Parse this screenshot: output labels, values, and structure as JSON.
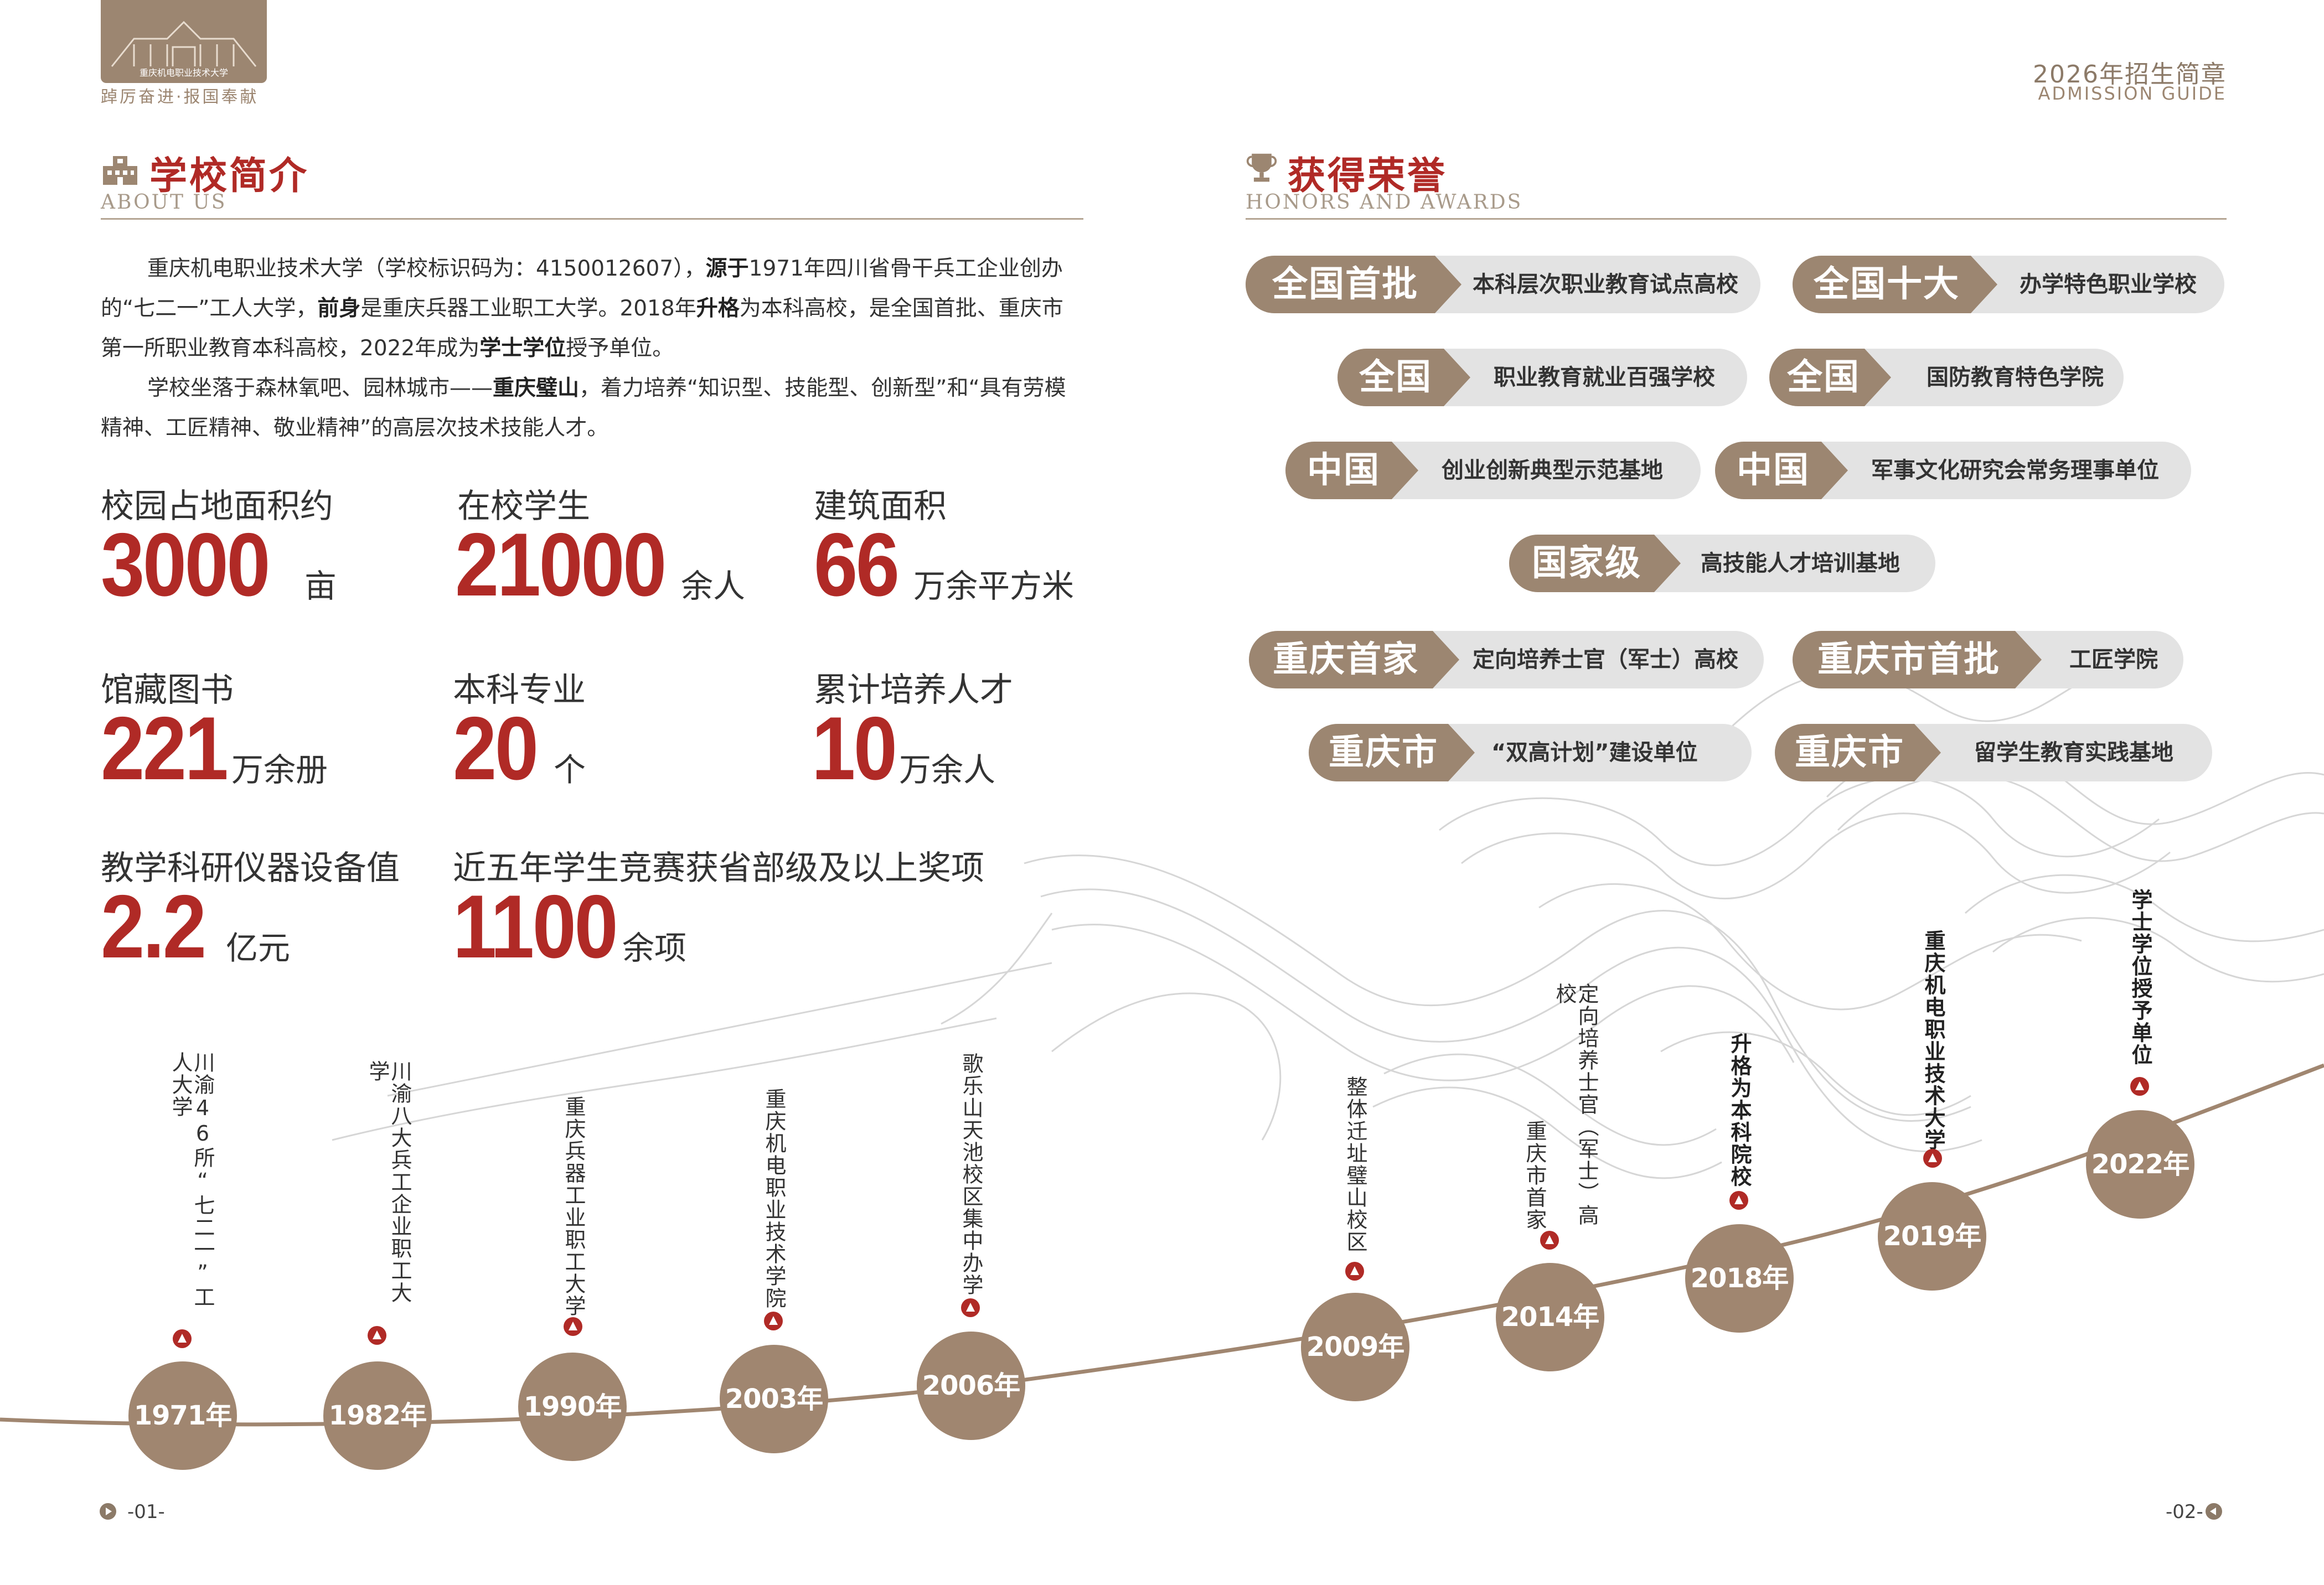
{
  "header": {
    "logo_text": "重庆机电职业技术大学",
    "slogan": "踔厉奋进·报国奉献",
    "guide_title": "2026年招生简章",
    "guide_subtitle": "ADMISSION GUIDE"
  },
  "about": {
    "title": "学校简介",
    "subtitle": "ABOUT US",
    "paragraph1": [
      {
        "t": "重庆机电职业技术大学（学校标识码为：4150012607），",
        "b": false
      },
      {
        "t": "源于",
        "b": true
      },
      {
        "t": "1971年四川省骨干兵工企业创办的“七二一”工人大学，",
        "b": false
      },
      {
        "t": "前身",
        "b": true
      },
      {
        "t": "是重庆兵器工业职工大学。2018年",
        "b": false
      },
      {
        "t": "升格",
        "b": true
      },
      {
        "t": "为本科高校，是全国首批、重庆市第一所职业教育本科高校，2022年成为",
        "b": false
      },
      {
        "t": "学士学位",
        "b": true
      },
      {
        "t": "授予单位。",
        "b": false
      }
    ],
    "paragraph2": [
      {
        "t": "学校坐落于森林氧吧、园林城市——",
        "b": false
      },
      {
        "t": "重庆璧山",
        "b": true
      },
      {
        "t": "，着力培养“知识型、技能型、创新型”和“具有劳模精神、工匠精神、敬业精神”的高层次技术技能人才。",
        "b": false
      }
    ],
    "stats": [
      {
        "label": "校园占地面积约",
        "value": "3000",
        "unit": "亩"
      },
      {
        "label": "在校学生",
        "value": "21000",
        "unit": "余人"
      },
      {
        "label": "建筑面积",
        "value": "66",
        "unit": "万余平方米"
      },
      {
        "label": "馆藏图书",
        "value": "221",
        "unit": "万余册"
      },
      {
        "label": "本科专业",
        "value": "20",
        "unit": "个"
      },
      {
        "label": "累计培养人才",
        "value": "10",
        "unit": "万余人"
      },
      {
        "label": "教学科研仪器设备值",
        "value": "2.2",
        "unit": "亿元"
      },
      {
        "label": "近五年学生竞赛获省部级及以上奖项",
        "value": "1100",
        "unit": "余项"
      }
    ]
  },
  "honors": {
    "title": "获得荣誉",
    "subtitle": "HONORS AND AWARDS",
    "items": [
      {
        "tag": "全国首批",
        "desc": "本科层次职业教育试点高校"
      },
      {
        "tag": "全国十大",
        "desc": "办学特色职业学校"
      },
      {
        "tag": "全国",
        "desc": "职业教育就业百强学校"
      },
      {
        "tag": "全国",
        "desc": "国防教育特色学院"
      },
      {
        "tag": "中国",
        "desc": "创业创新典型示范基地"
      },
      {
        "tag": "中国",
        "desc": "军事文化研究会常务理事单位"
      },
      {
        "tag": "国家级",
        "desc": "高技能人才培训基地"
      },
      {
        "tag": "重庆首家",
        "desc": "定向培养士官（军士）高校"
      },
      {
        "tag": "重庆市首批",
        "desc": "工匠学院"
      },
      {
        "tag": "重庆市",
        "desc": "“双高计划”建设单位"
      },
      {
        "tag": "重庆市",
        "desc": "留学生教育实践基地"
      }
    ]
  },
  "timeline": [
    {
      "year": "1971年",
      "event": "川渝46所“七二一”工人大学"
    },
    {
      "year": "1982年",
      "event": "川渝八大兵工企业职工大学"
    },
    {
      "year": "1990年",
      "event": "重庆兵器工业职工大学"
    },
    {
      "year": "2003年",
      "event": "重庆机电职业技术学院"
    },
    {
      "year": "2006年",
      "event": "歌乐山天池校区集中办学"
    },
    {
      "year": "2009年",
      "event": "整体迁址璧山校区"
    },
    {
      "year": "2014年",
      "event": "重庆市首家",
      "event2": "定向培养士官（军士）高校"
    },
    {
      "year": "2018年",
      "event": "升格为本科院校"
    },
    {
      "year": "2019年",
      "event": "重庆机电职业技术大学"
    },
    {
      "year": "2022年",
      "event": "学士学位授予单位"
    }
  ],
  "pages": {
    "left": "-01-",
    "right": "-02-"
  },
  "colors": {
    "brand_red": "#b02a26",
    "brand_brown": "#9c8671",
    "pill_gray": "#e3e3e3"
  }
}
